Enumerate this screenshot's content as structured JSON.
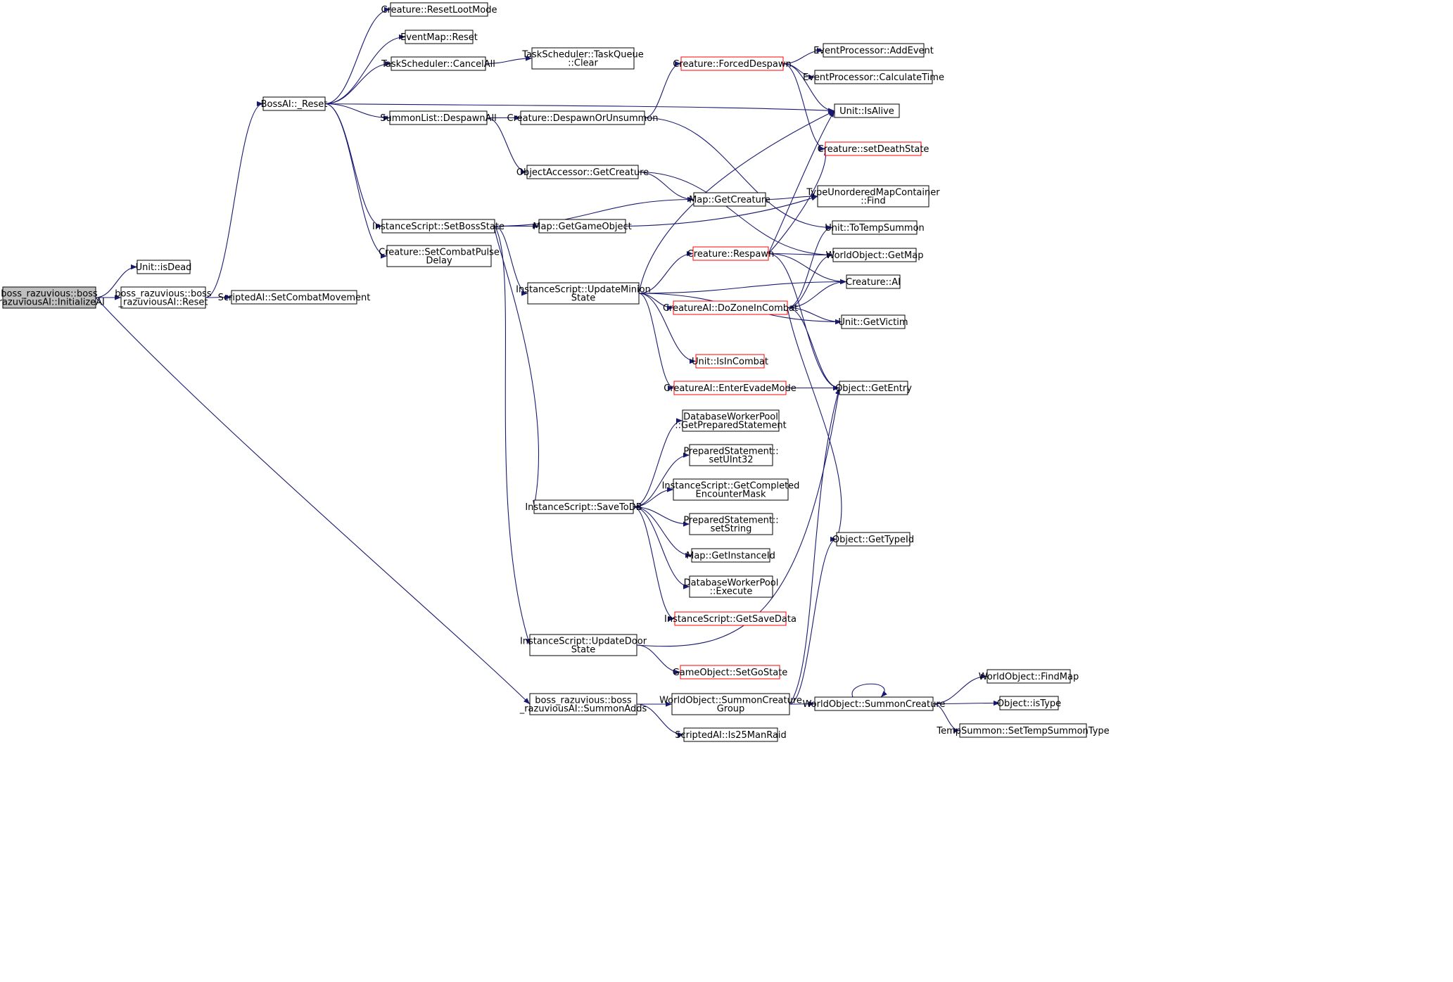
{
  "colors": {
    "edge": "#191970",
    "node_border": "#000000",
    "node_border_truncated": "#ff0000",
    "node_fill": "#ffffff",
    "root_fill": "#bfbfbf",
    "text": "#000000"
  },
  "nodes": [
    {
      "id": "root",
      "lines": [
        "boss_razuvious::boss",
        "_razuviousAI::InitializeAI"
      ],
      "root": true
    },
    {
      "id": "isDead",
      "lines": [
        "Unit::isDead"
      ]
    },
    {
      "id": "bossReset",
      "lines": [
        "boss_razuvious::boss",
        "_razuviousAI::Reset"
      ]
    },
    {
      "id": "setCombatMovement",
      "lines": [
        "ScriptedAI::SetCombatMovement"
      ]
    },
    {
      "id": "bossAIReset",
      "lines": [
        "BossAI::_Reset"
      ]
    },
    {
      "id": "resetLootMode",
      "lines": [
        "Creature::ResetLootMode"
      ]
    },
    {
      "id": "eventMapReset",
      "lines": [
        "EventMap::Reset"
      ]
    },
    {
      "id": "cancelAll",
      "lines": [
        "TaskScheduler::CancelAll"
      ]
    },
    {
      "id": "taskQueueClear",
      "lines": [
        "TaskScheduler::TaskQueue",
        "::Clear"
      ]
    },
    {
      "id": "despawnAll",
      "lines": [
        "SummonList::DespawnAll"
      ]
    },
    {
      "id": "despawnOrUnsummon",
      "lines": [
        "Creature::DespawnOrUnsummon"
      ]
    },
    {
      "id": "getCreatureOA",
      "lines": [
        "ObjectAccessor::GetCreature"
      ]
    },
    {
      "id": "setBossState",
      "lines": [
        "InstanceScript::SetBossState"
      ]
    },
    {
      "id": "setCombatPulseDelay",
      "lines": [
        "Creature::SetCombatPulse",
        "Delay"
      ]
    },
    {
      "id": "forcedDespawn",
      "lines": [
        "Creature::ForcedDespawn"
      ],
      "truncated": true
    },
    {
      "id": "addEvent",
      "lines": [
        "EventProcessor::AddEvent"
      ]
    },
    {
      "id": "calculateTime",
      "lines": [
        "EventProcessor::CalculateTime"
      ]
    },
    {
      "id": "isAlive",
      "lines": [
        "Unit::IsAlive"
      ]
    },
    {
      "id": "setDeathState",
      "lines": [
        "Creature::setDeathState"
      ],
      "truncated": true
    },
    {
      "id": "mapGetCreature",
      "lines": [
        "Map::GetCreature"
      ]
    },
    {
      "id": "typeFind",
      "lines": [
        "TypeUnorderedMapContainer",
        "::Find"
      ]
    },
    {
      "id": "mapGetGameObject",
      "lines": [
        "Map::GetGameObject"
      ]
    },
    {
      "id": "toTempSummon",
      "lines": [
        "Unit::ToTempSummon"
      ]
    },
    {
      "id": "respawn",
      "lines": [
        "Creature::Respawn"
      ],
      "truncated": true
    },
    {
      "id": "getMap",
      "lines": [
        "WorldObject::GetMap"
      ]
    },
    {
      "id": "updateMinionState",
      "lines": [
        "InstanceScript::UpdateMinion",
        "State"
      ]
    },
    {
      "id": "creatureAI",
      "lines": [
        "Creature::AI"
      ]
    },
    {
      "id": "doZoneInCombat",
      "lines": [
        "CreatureAI::DoZoneInCombat"
      ],
      "truncated": true
    },
    {
      "id": "getVictim",
      "lines": [
        "Unit::GetVictim"
      ]
    },
    {
      "id": "isInCombat",
      "lines": [
        "Unit::IsInCombat"
      ],
      "truncated": true
    },
    {
      "id": "enterEvadeMode",
      "lines": [
        "CreatureAI::EnterEvadeMode"
      ],
      "truncated": true
    },
    {
      "id": "getEntry",
      "lines": [
        "Object::GetEntry"
      ]
    },
    {
      "id": "getPreparedStatement",
      "lines": [
        "DatabaseWorkerPool",
        "::GetPreparedStatement"
      ]
    },
    {
      "id": "setUInt32",
      "lines": [
        "PreparedStatement::",
        "setUInt32"
      ]
    },
    {
      "id": "getCompletedMask",
      "lines": [
        "InstanceScript::GetCompleted",
        "EncounterMask"
      ]
    },
    {
      "id": "saveToDB",
      "lines": [
        "InstanceScript::SaveToDB"
      ]
    },
    {
      "id": "setString",
      "lines": [
        "PreparedStatement::",
        "setString"
      ]
    },
    {
      "id": "getTypeId",
      "lines": [
        "Object::GetTypeId"
      ]
    },
    {
      "id": "getInstanceId",
      "lines": [
        "Map::GetInstanceId"
      ]
    },
    {
      "id": "dbExecute",
      "lines": [
        "DatabaseWorkerPool",
        "::Execute"
      ]
    },
    {
      "id": "getSaveData",
      "lines": [
        "InstanceScript::GetSaveData"
      ],
      "truncated": true
    },
    {
      "id": "updateDoorState",
      "lines": [
        "InstanceScript::UpdateDoor",
        "State"
      ]
    },
    {
      "id": "setGoState",
      "lines": [
        "GameObject::SetGoState"
      ],
      "truncated": true
    },
    {
      "id": "summonAdds",
      "lines": [
        "boss_razuvious::boss",
        "_razuviousAI::SummonAdds"
      ]
    },
    {
      "id": "summonCreatureGroup",
      "lines": [
        "WorldObject::SummonCreature",
        "Group"
      ]
    },
    {
      "id": "summonCreature",
      "lines": [
        "WorldObject::SummonCreature"
      ]
    },
    {
      "id": "findMap",
      "lines": [
        "WorldObject::FindMap"
      ]
    },
    {
      "id": "isType",
      "lines": [
        "Object::isType"
      ]
    },
    {
      "id": "is25ManRaid",
      "lines": [
        "ScriptedAI::Is25ManRaid"
      ]
    },
    {
      "id": "setTempSummonType",
      "lines": [
        "TempSummon::SetTempSummonType"
      ]
    }
  ],
  "edges": [
    [
      "root",
      "isDead"
    ],
    [
      "root",
      "bossReset"
    ],
    [
      "root",
      "summonAdds"
    ],
    [
      "bossReset",
      "bossAIReset"
    ],
    [
      "bossReset",
      "setCombatMovement"
    ],
    [
      "bossAIReset",
      "resetLootMode"
    ],
    [
      "bossAIReset",
      "eventMapReset"
    ],
    [
      "bossAIReset",
      "cancelAll"
    ],
    [
      "bossAIReset",
      "isAlive"
    ],
    [
      "bossAIReset",
      "despawnAll"
    ],
    [
      "bossAIReset",
      "setBossState"
    ],
    [
      "bossAIReset",
      "setCombatPulseDelay"
    ],
    [
      "cancelAll",
      "taskQueueClear"
    ],
    [
      "despawnAll",
      "despawnOrUnsummon"
    ],
    [
      "despawnAll",
      "getCreatureOA"
    ],
    [
      "despawnOrUnsummon",
      "forcedDespawn"
    ],
    [
      "despawnOrUnsummon",
      "toTempSummon"
    ],
    [
      "forcedDespawn",
      "addEvent"
    ],
    [
      "forcedDespawn",
      "calculateTime"
    ],
    [
      "forcedDespawn",
      "isAlive"
    ],
    [
      "forcedDespawn",
      "setDeathState"
    ],
    [
      "getCreatureOA",
      "mapGetCreature"
    ],
    [
      "getCreatureOA",
      "getMap"
    ],
    [
      "mapGetCreature",
      "typeFind"
    ],
    [
      "setBossState",
      "mapGetCreature"
    ],
    [
      "setBossState",
      "mapGetGameObject"
    ],
    [
      "setBossState",
      "updateMinionState"
    ],
    [
      "setBossState",
      "saveToDB"
    ],
    [
      "setBossState",
      "updateDoorState"
    ],
    [
      "mapGetGameObject",
      "typeFind"
    ],
    [
      "updateMinionState",
      "isAlive"
    ],
    [
      "updateMinionState",
      "respawn"
    ],
    [
      "updateMinionState",
      "creatureAI"
    ],
    [
      "updateMinionState",
      "doZoneInCombat"
    ],
    [
      "updateMinionState",
      "getVictim"
    ],
    [
      "updateMinionState",
      "isInCombat"
    ],
    [
      "updateMinionState",
      "enterEvadeMode"
    ],
    [
      "respawn",
      "isAlive"
    ],
    [
      "respawn",
      "setDeathState"
    ],
    [
      "respawn",
      "getMap"
    ],
    [
      "respawn",
      "creatureAI"
    ],
    [
      "respawn",
      "getEntry"
    ],
    [
      "doZoneInCombat",
      "toTempSummon"
    ],
    [
      "doZoneInCombat",
      "getMap"
    ],
    [
      "doZoneInCombat",
      "creatureAI"
    ],
    [
      "doZoneInCombat",
      "getVictim"
    ],
    [
      "doZoneInCombat",
      "getEntry"
    ],
    [
      "doZoneInCombat",
      "getTypeId"
    ],
    [
      "enterEvadeMode",
      "getEntry"
    ],
    [
      "saveToDB",
      "getPreparedStatement"
    ],
    [
      "saveToDB",
      "setUInt32"
    ],
    [
      "saveToDB",
      "getCompletedMask"
    ],
    [
      "saveToDB",
      "setString"
    ],
    [
      "saveToDB",
      "getInstanceId"
    ],
    [
      "saveToDB",
      "dbExecute"
    ],
    [
      "saveToDB",
      "getSaveData"
    ],
    [
      "updateDoorState",
      "getEntry"
    ],
    [
      "updateDoorState",
      "setGoState"
    ],
    [
      "summonAdds",
      "summonCreatureGroup"
    ],
    [
      "summonAdds",
      "is25ManRaid"
    ],
    [
      "summonCreatureGroup",
      "summonCreature"
    ],
    [
      "summonCreatureGroup",
      "getEntry"
    ],
    [
      "summonCreatureGroup",
      "getTypeId"
    ],
    [
      "summonCreature",
      "summonCreature"
    ],
    [
      "summonCreature",
      "findMap"
    ],
    [
      "summonCreature",
      "isType"
    ],
    [
      "summonCreature",
      "setTempSummonType"
    ]
  ]
}
